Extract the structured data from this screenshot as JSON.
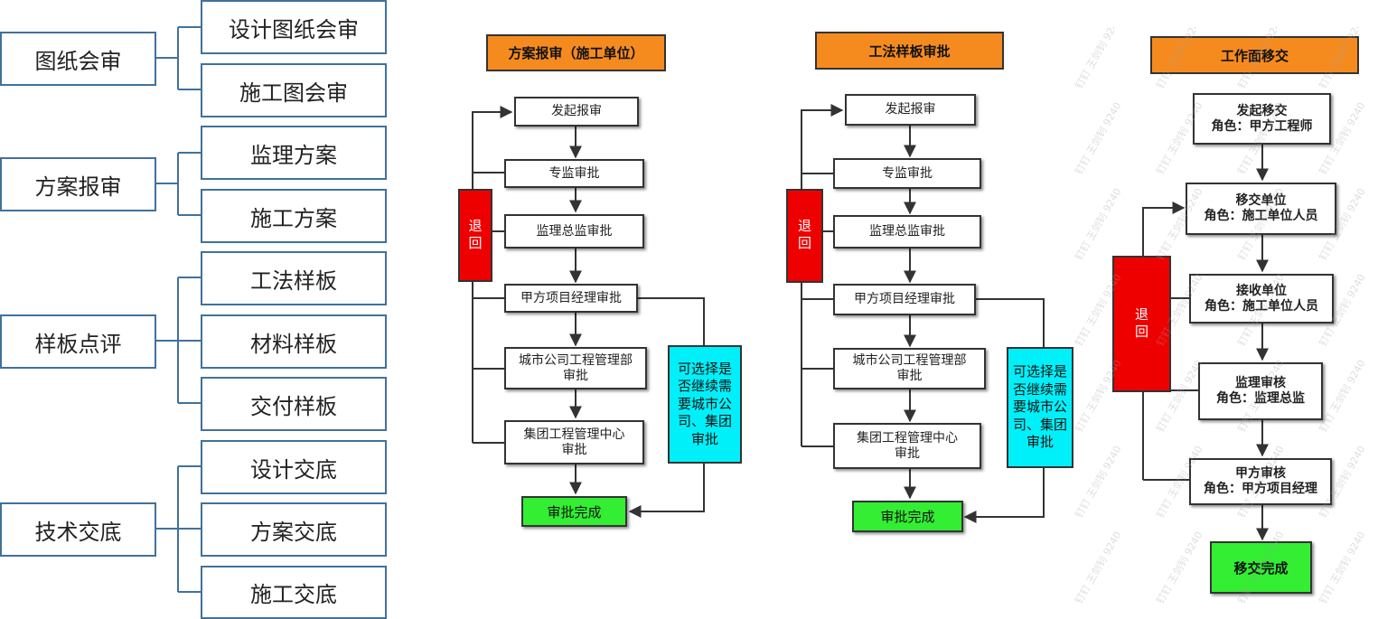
{
  "tree": [
    {
      "label": "图纸会审",
      "children": [
        "设计图纸会审",
        "施工图会审"
      ]
    },
    {
      "label": "方案报审",
      "children": [
        "监理方案",
        "施工方案"
      ]
    },
    {
      "label": "样板点评",
      "children": [
        "工法样板",
        "材料样板",
        "交付样板"
      ]
    },
    {
      "label": "技术交底",
      "children": [
        "设计交底",
        "方案交底",
        "施工交底"
      ]
    }
  ],
  "flow1": {
    "title": "方案报审（施工单位）",
    "steps": [
      "发起报审",
      "专监审批",
      "监理总监审批",
      "甲方项目经理审批",
      "城市公司工程管理部\n审批",
      "集团工程管理中心\n审批"
    ],
    "retreat": "退回",
    "optional": "可选择是否继续需要城市公司、集团审批",
    "done": "审批完成"
  },
  "flow2": {
    "title": "工法样板审批",
    "steps": [
      "发起报审",
      "专监审批",
      "监理总监审批",
      "甲方项目经理审批",
      "城市公司工程管理部\n审批",
      "集团工程管理中心\n审批"
    ],
    "retreat": "退回",
    "optional": "可选择是否继续需要城市公司、集团审批",
    "done": "审批完成"
  },
  "flow3": {
    "title": "工作面移交",
    "steps": [
      "发起移交\n角色：甲方工程师",
      "移交单位\n角色：施工单位人员",
      "接收单位\n角色：施工单位人员",
      "监理审核\n角色：监理总监",
      "甲方审核\n角色：甲方项目经理"
    ],
    "retreat": "退回",
    "done": "移交完成"
  },
  "watermark": "钉钉 王剑钊 9240",
  "colors": {
    "tree_border": "#41719c",
    "title_bg": "#f58b1f",
    "retreat_bg": "#ee0000",
    "optional_bg": "#00f0fa",
    "done_bg": "#33ee33"
  }
}
